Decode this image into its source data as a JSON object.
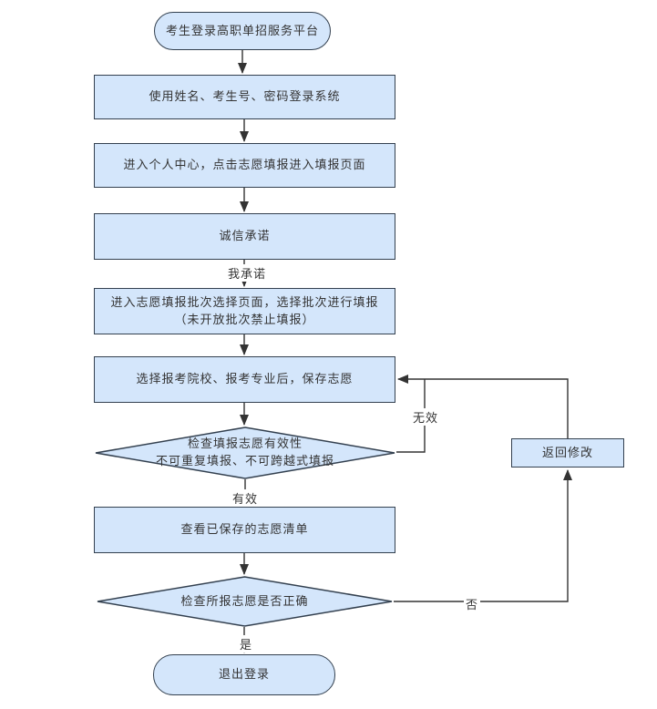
{
  "flowchart": {
    "colors": {
      "node_fill": "#d4e6fb",
      "node_stroke": "#33404f",
      "edge_color": "#333333",
      "text_color": "#333333"
    },
    "nodes": [
      {
        "id": "start",
        "type": "terminator",
        "label": "考生登录高职单招服务平台"
      },
      {
        "id": "login",
        "type": "process",
        "label": "使用姓名、考生号、密码登录系统"
      },
      {
        "id": "center",
        "type": "process",
        "label": "进入个人中心，点击志愿填报进入填报页面"
      },
      {
        "id": "integrity",
        "type": "process",
        "label": "诚信承诺"
      },
      {
        "id": "batch",
        "type": "process",
        "label": "进入志愿填报批次选择页面，选择批次进行填报",
        "label2": "（未开放批次禁止填报）"
      },
      {
        "id": "save",
        "type": "process",
        "label": "选择报考院校、报考专业后，保存志愿"
      },
      {
        "id": "validity",
        "type": "decision",
        "label": "检查填报志愿有效性",
        "label2": "不可重复填报、不可跨越式填报"
      },
      {
        "id": "viewlist",
        "type": "process",
        "label": "查看已保存的志愿清单"
      },
      {
        "id": "confirm",
        "type": "decision",
        "label": "检查所报志愿是否正确"
      },
      {
        "id": "logout",
        "type": "terminator",
        "label": "退出登录"
      },
      {
        "id": "modify",
        "type": "process",
        "label": "返回修改"
      }
    ],
    "edge_labels": {
      "promise": "我承诺",
      "valid": "有效",
      "invalid": "无效",
      "yes": "是",
      "no": "否"
    }
  }
}
